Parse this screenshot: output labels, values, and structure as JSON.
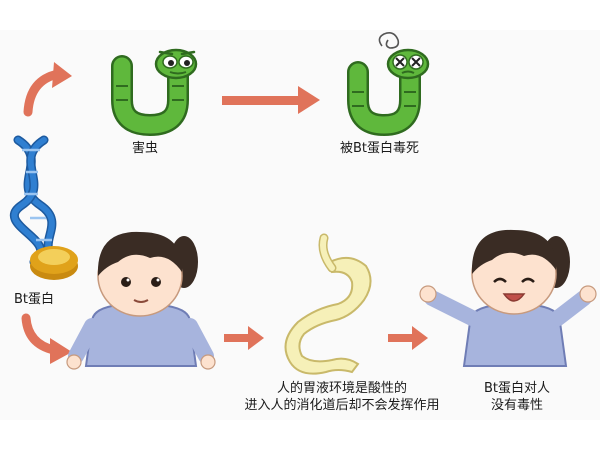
{
  "labels": {
    "pest": "害虫",
    "pest_dead": "被Bt蛋白毒死",
    "bt_protein": "Bt蛋白",
    "stomach_line1": "人的胃液环境是酸性的",
    "stomach_line2": "进入人的消化道后却不会发挥作用",
    "safe_line1": "Bt蛋白对人",
    "safe_line2": "没有毒性"
  },
  "colors": {
    "arrow": "#e0735a",
    "worm": "#5fb83c",
    "worm_dark": "#2f6b1f",
    "dna_blue": "#2f7fd1",
    "dna_dark": "#1d5a9f",
    "gold": "#e0a21a",
    "gold_light": "#f3cf5a",
    "shirt": "#a7b4dd",
    "shirt_dark": "#6f7db5",
    "skin": "#fde2cf",
    "hair": "#3a2c24",
    "stomach": "#f6f0b8",
    "stomach_line": "#c9b96a",
    "bg_band": "#f4f4f4"
  },
  "icons": {
    "arrow_top_left": "curved-arrow-icon",
    "arrow_top_mid": "right-arrow-icon",
    "arrow_bottom_left": "curved-arrow-icon",
    "arrow_bottom_mid": "right-arrow-icon",
    "arrow_bottom_right": "right-arrow-icon"
  }
}
